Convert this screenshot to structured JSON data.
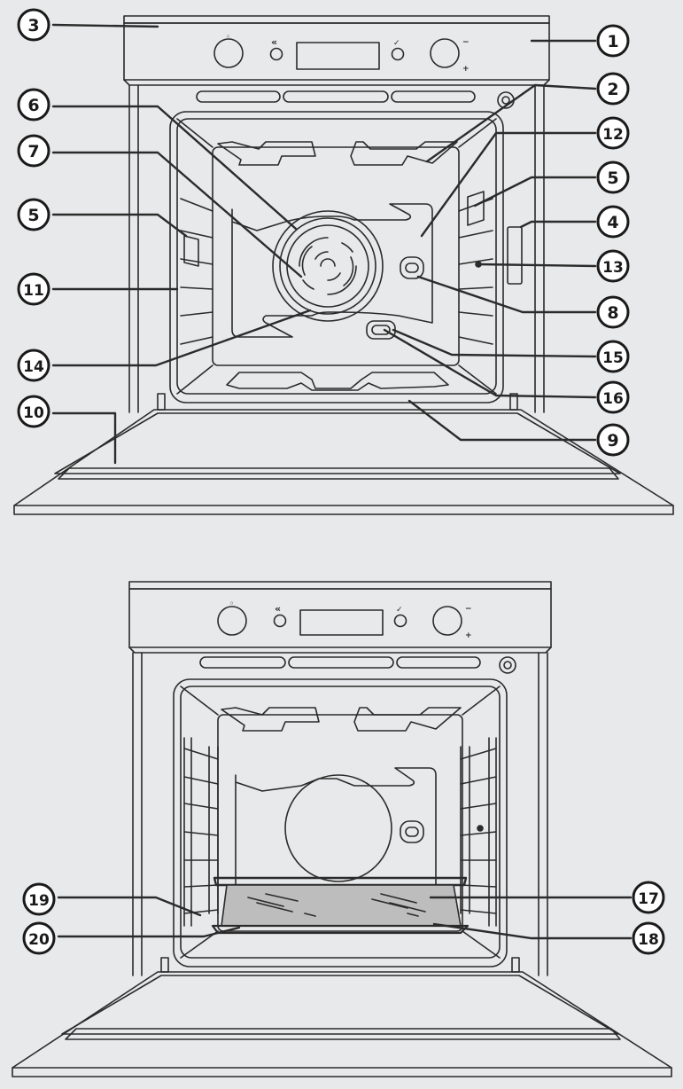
{
  "top_callouts": [
    {
      "id": "c3",
      "label": "3"
    },
    {
      "id": "c1",
      "label": "1"
    },
    {
      "id": "c2",
      "label": "2"
    },
    {
      "id": "c12",
      "label": "12"
    },
    {
      "id": "c6",
      "label": "6"
    },
    {
      "id": "c7",
      "label": "7"
    },
    {
      "id": "c5r",
      "label": "5"
    },
    {
      "id": "c5l",
      "label": "5"
    },
    {
      "id": "c4",
      "label": "4"
    },
    {
      "id": "c13",
      "label": "13"
    },
    {
      "id": "c11",
      "label": "11"
    },
    {
      "id": "c8",
      "label": "8"
    },
    {
      "id": "c14",
      "label": "14"
    },
    {
      "id": "c15",
      "label": "15"
    },
    {
      "id": "c16",
      "label": "16"
    },
    {
      "id": "c10",
      "label": "10"
    },
    {
      "id": "c9",
      "label": "9"
    }
  ],
  "bottom_callouts": [
    {
      "id": "c19",
      "label": "19"
    },
    {
      "id": "c17",
      "label": "17"
    },
    {
      "id": "c20",
      "label": "20"
    },
    {
      "id": "c18",
      "label": "18"
    }
  ],
  "panel_symbols": {
    "left_knob_mark": "◦",
    "back_arrows": "«",
    "check": "✓",
    "minus": "−",
    "plus": "+"
  },
  "colors": {
    "background": "#e8e9ea",
    "line": "#2b2b2b",
    "callout_fill": "#ffffff"
  }
}
